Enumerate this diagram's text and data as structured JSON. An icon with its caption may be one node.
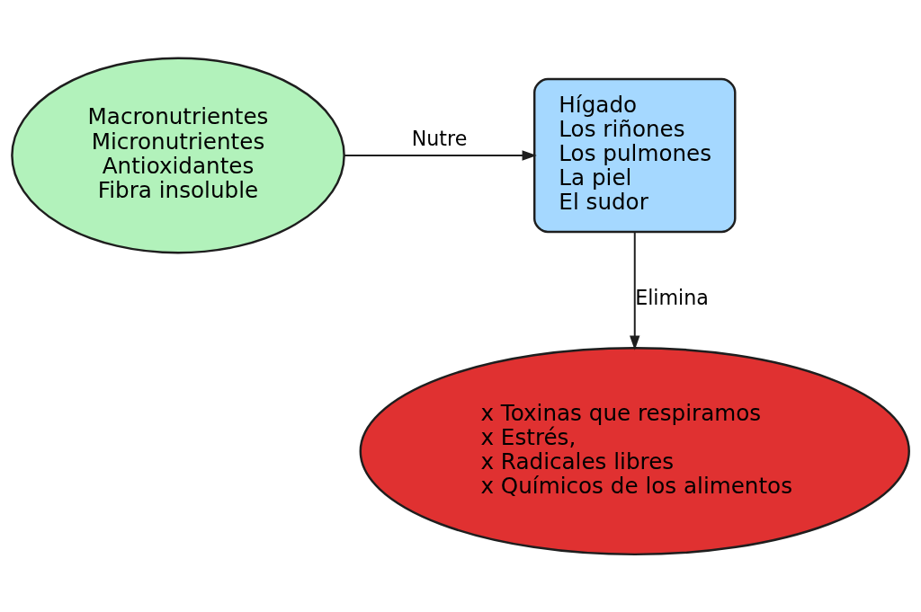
{
  "diagram": {
    "nodes": [
      {
        "text": [
          "Macronutrientes",
          "Micronutrientes",
          "Antioxidantes",
          "Fibra insoluble"
        ]
      },
      {
        "text": [
          "Hígado",
          "Los riñones",
          "Los pulmones",
          "La piel",
          "El sudor"
        ]
      },
      {
        "text": [
          "x Toxinas que respiramos",
          "x Estrés,",
          "x Radicales libres",
          "x Químicos de los alimentos"
        ]
      }
    ],
    "edges": [
      {
        "from": 0,
        "to": 1,
        "arrow": "to",
        "label": "Nutre"
      },
      {
        "from": 1,
        "to": 2,
        "arrow": "to",
        "label": "Elimina"
      }
    ]
  }
}
